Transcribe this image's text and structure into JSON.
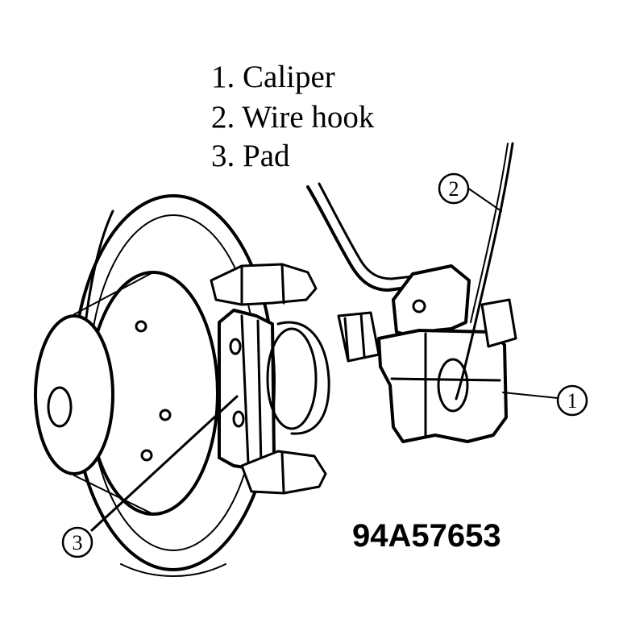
{
  "legend": [
    {
      "number": "1.",
      "label": "Caliper"
    },
    {
      "number": "2.",
      "label": "Wire hook"
    },
    {
      "number": "3.",
      "label": "Pad"
    }
  ],
  "callouts": [
    "1",
    "2",
    "3"
  ],
  "figure_id": "94A57653",
  "colors": {
    "ink": "#000000",
    "paper": "#ffffff"
  }
}
